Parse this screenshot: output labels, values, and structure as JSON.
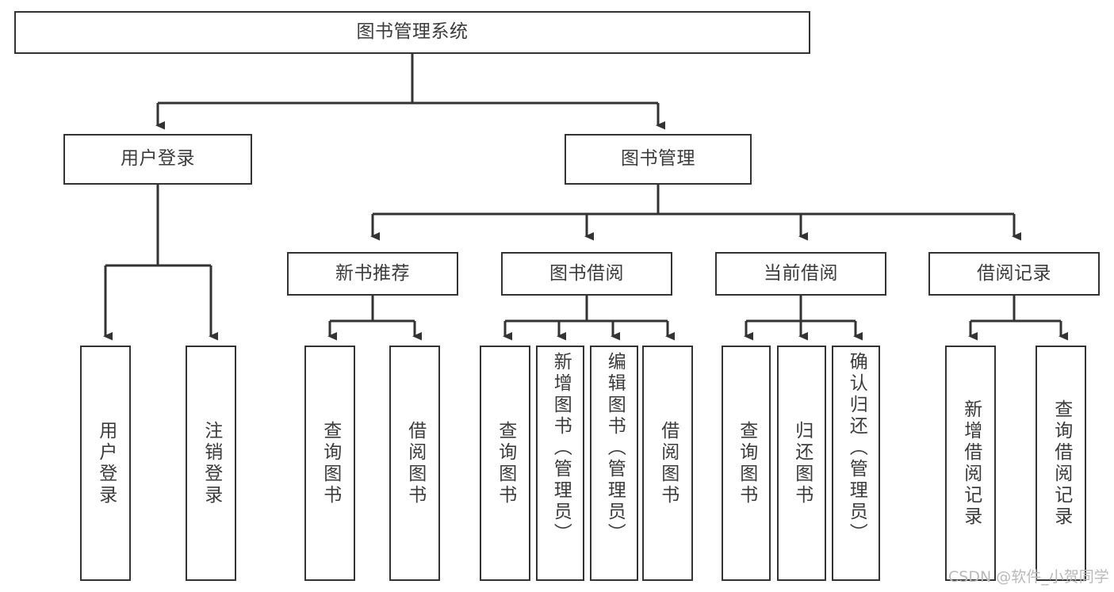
{
  "diagram": {
    "type": "tree",
    "title": "图书管理系统",
    "orientation": "top-down",
    "colors": {
      "box_stroke": "#333333",
      "box_fill": "#ffffff",
      "connector": "#333333",
      "text": "#3b3b3b",
      "watermark": "#b9b9b9",
      "background": "#ffffff"
    },
    "watermark": "CSDN @软件_小贺同学"
  },
  "nodes": {
    "root": {
      "label": "图书管理系统",
      "level": 0
    },
    "level1": [
      {
        "id": "user-login",
        "label": "用户登录"
      },
      {
        "id": "book-management",
        "label": "图书管理"
      }
    ],
    "level2": [
      {
        "id": "new-book-recommend",
        "label": "新书推荐",
        "parent": "book-management"
      },
      {
        "id": "book-borrow",
        "label": "图书借阅",
        "parent": "book-management"
      },
      {
        "id": "current-borrow",
        "label": "当前借阅",
        "parent": "book-management"
      },
      {
        "id": "borrow-record",
        "label": "借阅记录",
        "parent": "book-management"
      }
    ],
    "leaves": [
      {
        "id": "leaf-user-login",
        "label": "用户登录",
        "parent": "user-login"
      },
      {
        "id": "leaf-logout-login",
        "label": "注销登录",
        "parent": "user-login"
      },
      {
        "id": "leaf-query-book-1",
        "label": "查询图书",
        "parent": "new-book-recommend"
      },
      {
        "id": "leaf-borrow-book-1",
        "label": "借阅图书",
        "parent": "new-book-recommend"
      },
      {
        "id": "leaf-query-book-2",
        "label": "查询图书",
        "parent": "book-borrow"
      },
      {
        "id": "leaf-add-book-admin",
        "label": "新增图书（管理员）",
        "parent": "book-borrow"
      },
      {
        "id": "leaf-edit-book-admin",
        "label": "编辑图书（管理员）",
        "parent": "book-borrow"
      },
      {
        "id": "leaf-borrow-book-2",
        "label": "借阅图书",
        "parent": "book-borrow"
      },
      {
        "id": "leaf-query-book-3",
        "label": "查询图书",
        "parent": "current-borrow"
      },
      {
        "id": "leaf-return-book",
        "label": "归还图书",
        "parent": "current-borrow"
      },
      {
        "id": "leaf-confirm-return-admin",
        "label": "确认归还（管理员）",
        "parent": "current-borrow"
      },
      {
        "id": "leaf-add-borrow-record",
        "label": "新增借阅记录",
        "parent": "borrow-record"
      },
      {
        "id": "leaf-query-borrow-record",
        "label": "查询借阅记录",
        "parent": "borrow-record"
      }
    ]
  }
}
